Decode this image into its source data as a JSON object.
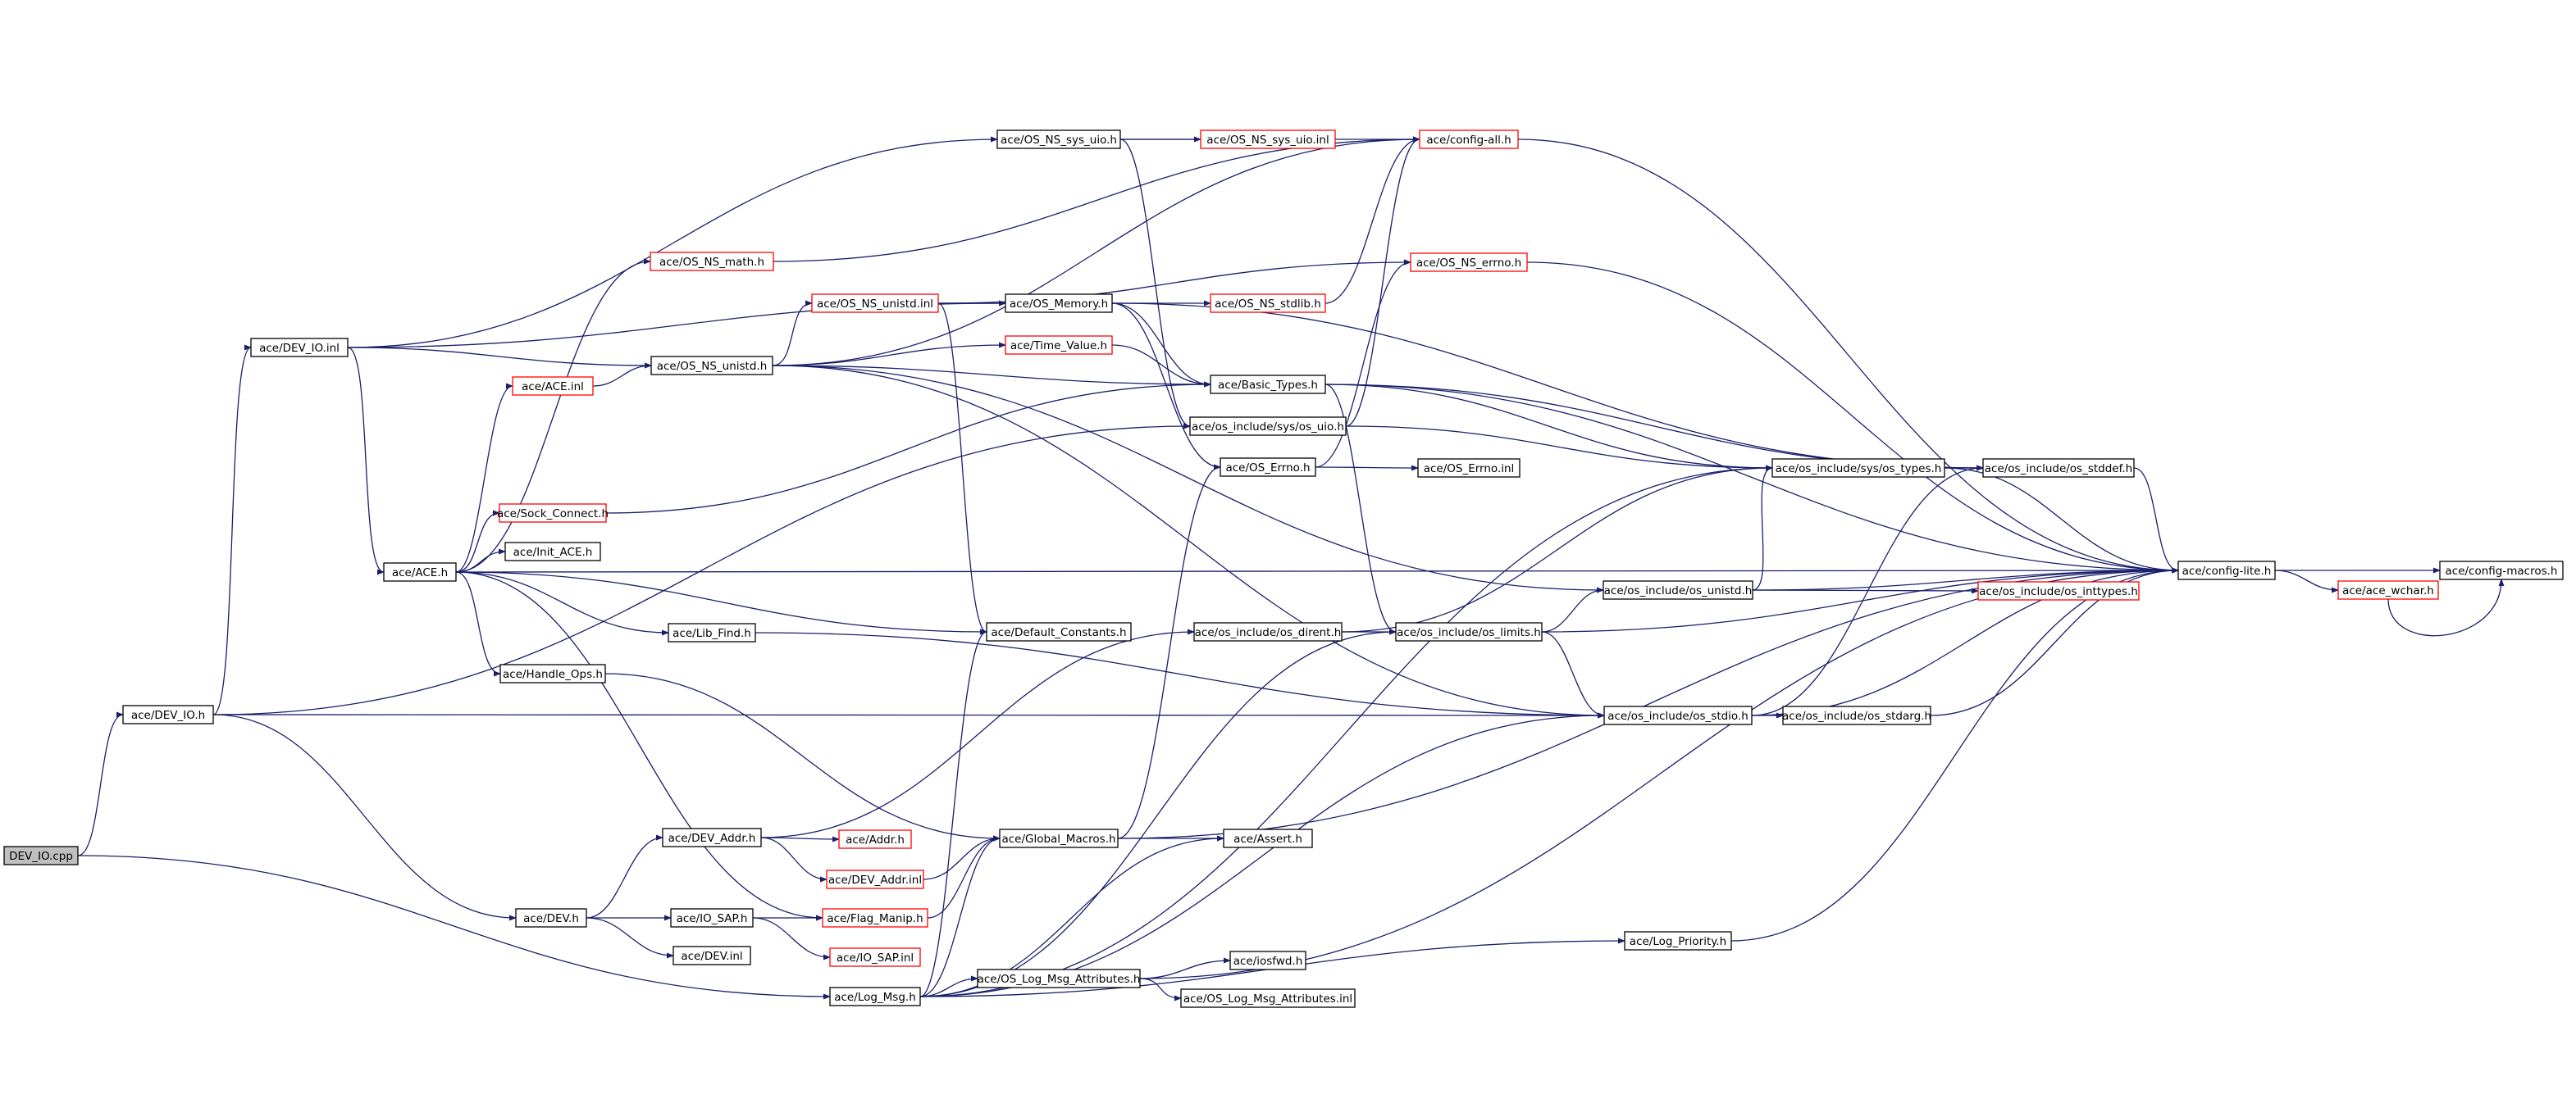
{
  "colors": {
    "edge": "#1a1f6b",
    "complete_border": "#000000",
    "incomplete_border": "#ff0000",
    "root_fill": "#bfbfbf",
    "node_fill": "#ffffff"
  },
  "nodes": [
    {
      "id": "root",
      "label": "DEV_IO.cpp",
      "kind": "root"
    },
    {
      "id": "dev_io_h",
      "label": "ace/DEV_IO.h",
      "kind": "complete"
    },
    {
      "id": "dev_io_inl",
      "label": "ace/DEV_IO.inl",
      "kind": "complete"
    },
    {
      "id": "ace_h",
      "label": "ace/ACE.h",
      "kind": "complete"
    },
    {
      "id": "dev_h",
      "label": "ace/DEV.h",
      "kind": "complete"
    },
    {
      "id": "os_ns_math_h",
      "label": "ace/OS_NS_math.h",
      "kind": "incomplete"
    },
    {
      "id": "ace_inl",
      "label": "ace/ACE.inl",
      "kind": "incomplete"
    },
    {
      "id": "sock_connect_h",
      "label": "ace/Sock_Connect.h",
      "kind": "incomplete"
    },
    {
      "id": "init_ace_h",
      "label": "ace/Init_ACE.h",
      "kind": "complete"
    },
    {
      "id": "handle_ops_h",
      "label": "ace/Handle_Ops.h",
      "kind": "complete"
    },
    {
      "id": "dev_addr_h",
      "label": "ace/DEV_Addr.h",
      "kind": "complete"
    },
    {
      "id": "io_sap_h",
      "label": "ace/IO_SAP.h",
      "kind": "complete"
    },
    {
      "id": "dev_inl",
      "label": "ace/DEV.inl",
      "kind": "complete"
    },
    {
      "id": "os_ns_sys_uio_h",
      "label": "ace/OS_NS_sys_uio.h",
      "kind": "complete"
    },
    {
      "id": "os_ns_unistd_h",
      "label": "ace/OS_NS_unistd.h",
      "kind": "complete"
    },
    {
      "id": "os_ns_unistd_inl",
      "label": "ace/OS_NS_unistd.inl",
      "kind": "incomplete"
    },
    {
      "id": "lib_find_h",
      "label": "ace/Lib_Find.h",
      "kind": "complete"
    },
    {
      "id": "addr_h",
      "label": "ace/Addr.h",
      "kind": "incomplete"
    },
    {
      "id": "dev_addr_inl",
      "label": "ace/DEV_Addr.inl",
      "kind": "incomplete"
    },
    {
      "id": "flag_manip_h",
      "label": "ace/Flag_Manip.h",
      "kind": "incomplete"
    },
    {
      "id": "io_sap_inl",
      "label": "ace/IO_SAP.inl",
      "kind": "incomplete"
    },
    {
      "id": "log_msg_h",
      "label": "ace/Log_Msg.h",
      "kind": "complete"
    },
    {
      "id": "os_memory_h",
      "label": "ace/OS_Memory.h",
      "kind": "complete"
    },
    {
      "id": "time_value_h",
      "label": "ace/Time_Value.h",
      "kind": "incomplete"
    },
    {
      "id": "default_constants_h",
      "label": "ace/Default_Constants.h",
      "kind": "complete"
    },
    {
      "id": "global_macros_h",
      "label": "ace/Global_Macros.h",
      "kind": "complete"
    },
    {
      "id": "os_log_msg_attributes_h",
      "label": "ace/OS_Log_Msg_Attributes.h",
      "kind": "complete"
    },
    {
      "id": "os_ns_sys_uio_inl",
      "label": "ace/OS_NS_sys_uio.inl",
      "kind": "incomplete"
    },
    {
      "id": "os_ns_stdlib_h",
      "label": "ace/OS_NS_stdlib.h",
      "kind": "incomplete"
    },
    {
      "id": "basic_types_h",
      "label": "ace/Basic_Types.h",
      "kind": "complete"
    },
    {
      "id": "os_include_sys_os_uio_h",
      "label": "ace/os_include/sys/os_uio.h",
      "kind": "complete"
    },
    {
      "id": "os_errno_h",
      "label": "ace/OS_Errno.h",
      "kind": "complete"
    },
    {
      "id": "os_include_os_dirent_h",
      "label": "ace/os_include/os_dirent.h",
      "kind": "complete"
    },
    {
      "id": "assert_h",
      "label": "ace/Assert.h",
      "kind": "complete"
    },
    {
      "id": "iosfwd_h",
      "label": "ace/iosfwd.h",
      "kind": "complete"
    },
    {
      "id": "os_log_msg_attributes_inl",
      "label": "ace/OS_Log_Msg_Attributes.inl",
      "kind": "complete"
    },
    {
      "id": "config_all_h",
      "label": "ace/config-all.h",
      "kind": "incomplete"
    },
    {
      "id": "os_ns_errno_h",
      "label": "ace/OS_NS_errno.h",
      "kind": "incomplete"
    },
    {
      "id": "os_errno_inl",
      "label": "ace/OS_Errno.inl",
      "kind": "complete"
    },
    {
      "id": "os_include_os_limits_h",
      "label": "ace/os_include/os_limits.h",
      "kind": "complete"
    },
    {
      "id": "os_include_os_unistd_h",
      "label": "ace/os_include/os_unistd.h",
      "kind": "complete"
    },
    {
      "id": "os_include_os_stdio_h",
      "label": "ace/os_include/os_stdio.h",
      "kind": "complete"
    },
    {
      "id": "log_priority_h",
      "label": "ace/Log_Priority.h",
      "kind": "complete"
    },
    {
      "id": "os_include_sys_os_types_h",
      "label": "ace/os_include/sys/os_types.h",
      "kind": "complete"
    },
    {
      "id": "os_include_os_stdarg_h",
      "label": "ace/os_include/os_stdarg.h",
      "kind": "complete"
    },
    {
      "id": "os_include_os_stddef_h",
      "label": "ace/os_include/os_stddef.h",
      "kind": "complete"
    },
    {
      "id": "os_include_os_inttypes_h",
      "label": "ace/os_include/os_inttypes.h",
      "kind": "incomplete"
    },
    {
      "id": "config_lite_h",
      "label": "ace/config-lite.h",
      "kind": "complete"
    },
    {
      "id": "ace_wchar_h",
      "label": "ace/ace_wchar.h",
      "kind": "incomplete"
    },
    {
      "id": "config_macros_h",
      "label": "ace/config-macros.h",
      "kind": "complete"
    }
  ],
  "edges": [
    [
      "root",
      "dev_io_h"
    ],
    [
      "root",
      "log_msg_h"
    ],
    [
      "dev_io_h",
      "dev_io_inl"
    ],
    [
      "dev_io_h",
      "dev_h"
    ],
    [
      "dev_io_h",
      "os_include_sys_os_uio_h"
    ],
    [
      "dev_io_h",
      "os_include_os_stdio_h"
    ],
    [
      "dev_io_inl",
      "ace_h"
    ],
    [
      "dev_io_inl",
      "os_ns_sys_uio_h"
    ],
    [
      "dev_io_inl",
      "os_memory_h"
    ],
    [
      "dev_io_inl",
      "os_ns_unistd_h"
    ],
    [
      "ace_h",
      "os_ns_math_h"
    ],
    [
      "ace_h",
      "ace_inl"
    ],
    [
      "ace_h",
      "sock_connect_h"
    ],
    [
      "ace_h",
      "init_ace_h"
    ],
    [
      "ace_h",
      "handle_ops_h"
    ],
    [
      "ace_h",
      "lib_find_h"
    ],
    [
      "ace_h",
      "default_constants_h"
    ],
    [
      "ace_h",
      "flag_manip_h"
    ],
    [
      "ace_h",
      "config_lite_h"
    ],
    [
      "dev_h",
      "dev_addr_h"
    ],
    [
      "dev_h",
      "io_sap_h"
    ],
    [
      "dev_h",
      "dev_inl"
    ],
    [
      "dev_addr_h",
      "addr_h"
    ],
    [
      "dev_addr_h",
      "dev_addr_inl"
    ],
    [
      "dev_addr_h",
      "os_include_os_dirent_h"
    ],
    [
      "io_sap_h",
      "flag_manip_h"
    ],
    [
      "io_sap_h",
      "io_sap_inl"
    ],
    [
      "ace_inl",
      "os_ns_unistd_h"
    ],
    [
      "os_ns_math_h",
      "config_all_h"
    ],
    [
      "sock_connect_h",
      "basic_types_h"
    ],
    [
      "handle_ops_h",
      "global_macros_h"
    ],
    [
      "lib_find_h",
      "os_include_os_stdio_h"
    ],
    [
      "os_ns_sys_uio_h",
      "os_ns_sys_uio_inl"
    ],
    [
      "os_ns_sys_uio_h",
      "config_all_h"
    ],
    [
      "os_ns_sys_uio_h",
      "os_include_sys_os_uio_h"
    ],
    [
      "os_ns_unistd_h",
      "os_ns_unistd_inl"
    ],
    [
      "os_ns_unistd_h",
      "time_value_h"
    ],
    [
      "os_ns_unistd_h",
      "basic_types_h"
    ],
    [
      "os_ns_unistd_h",
      "os_include_os_unistd_h"
    ],
    [
      "os_ns_unistd_h",
      "os_include_os_stdio_h"
    ],
    [
      "os_ns_unistd_h",
      "config_all_h"
    ],
    [
      "os_ns_unistd_inl",
      "os_memory_h"
    ],
    [
      "os_ns_unistd_inl",
      "os_ns_errno_h"
    ],
    [
      "os_ns_unistd_inl",
      "default_constants_h"
    ],
    [
      "os_memory_h",
      "os_ns_stdlib_h"
    ],
    [
      "os_memory_h",
      "basic_types_h"
    ],
    [
      "os_memory_h",
      "os_errno_h"
    ],
    [
      "os_memory_h",
      "os_include_os_stddef_h"
    ],
    [
      "time_value_h",
      "basic_types_h"
    ],
    [
      "basic_types_h",
      "os_include_os_limits_h"
    ],
    [
      "basic_types_h",
      "os_include_sys_os_types_h"
    ],
    [
      "basic_types_h",
      "os_include_os_stddef_h"
    ],
    [
      "basic_types_h",
      "config_lite_h"
    ],
    [
      "os_include_sys_os_uio_h",
      "os_include_sys_os_types_h"
    ],
    [
      "os_include_sys_os_uio_h",
      "config_all_h"
    ],
    [
      "os_errno_h",
      "os_errno_inl"
    ],
    [
      "os_errno_h",
      "os_ns_errno_h"
    ],
    [
      "os_ns_stdlib_h",
      "config_all_h"
    ],
    [
      "os_ns_errno_h",
      "config_lite_h"
    ],
    [
      "config_all_h",
      "config_lite_h"
    ],
    [
      "os_include_os_dirent_h",
      "os_include_os_limits_h"
    ],
    [
      "os_include_os_dirent_h",
      "os_include_sys_os_types_h"
    ],
    [
      "os_include_os_limits_h",
      "os_include_os_unistd_h"
    ],
    [
      "os_include_os_limits_h",
      "os_include_os_stdio_h"
    ],
    [
      "os_include_os_limits_h",
      "config_lite_h"
    ],
    [
      "os_include_os_unistd_h",
      "os_include_sys_os_types_h"
    ],
    [
      "os_include_os_unistd_h",
      "os_include_os_inttypes_h"
    ],
    [
      "os_include_os_unistd_h",
      "config_lite_h"
    ],
    [
      "os_include_os_stdio_h",
      "os_include_os_stdarg_h"
    ],
    [
      "os_include_os_stdio_h",
      "os_include_os_stddef_h"
    ],
    [
      "os_include_os_stdio_h",
      "config_lite_h"
    ],
    [
      "os_include_os_stdarg_h",
      "config_lite_h"
    ],
    [
      "os_include_sys_os_types_h",
      "os_include_os_stddef_h"
    ],
    [
      "os_include_sys_os_types_h",
      "config_lite_h"
    ],
    [
      "os_include_os_stddef_h",
      "config_lite_h"
    ],
    [
      "config_lite_h",
      "ace_wchar_h"
    ],
    [
      "config_lite_h",
      "config_macros_h"
    ],
    [
      "ace_wchar_h",
      "config_macros_h"
    ],
    [
      "global_macros_h",
      "os_errno_h"
    ],
    [
      "global_macros_h",
      "assert_h"
    ],
    [
      "global_macros_h",
      "config_lite_h"
    ],
    [
      "log_msg_h",
      "global_macros_h"
    ],
    [
      "log_msg_h",
      "default_constants_h"
    ],
    [
      "log_msg_h",
      "assert_h"
    ],
    [
      "log_msg_h",
      "os_log_msg_attributes_h"
    ],
    [
      "log_msg_h",
      "log_priority_h"
    ],
    [
      "log_msg_h",
      "os_include_os_limits_h"
    ],
    [
      "log_msg_h",
      "os_include_sys_os_types_h"
    ],
    [
      "log_msg_h",
      "os_include_os_stdio_h"
    ],
    [
      "dev_addr_inl",
      "global_macros_h"
    ],
    [
      "flag_manip_h",
      "global_macros_h"
    ],
    [
      "os_log_msg_attributes_h",
      "iosfwd_h"
    ],
    [
      "os_log_msg_attributes_h",
      "os_log_msg_attributes_inl"
    ],
    [
      "os_log_msg_attributes_h",
      "config_lite_h"
    ],
    [
      "log_priority_h",
      "config_lite_h"
    ]
  ]
}
